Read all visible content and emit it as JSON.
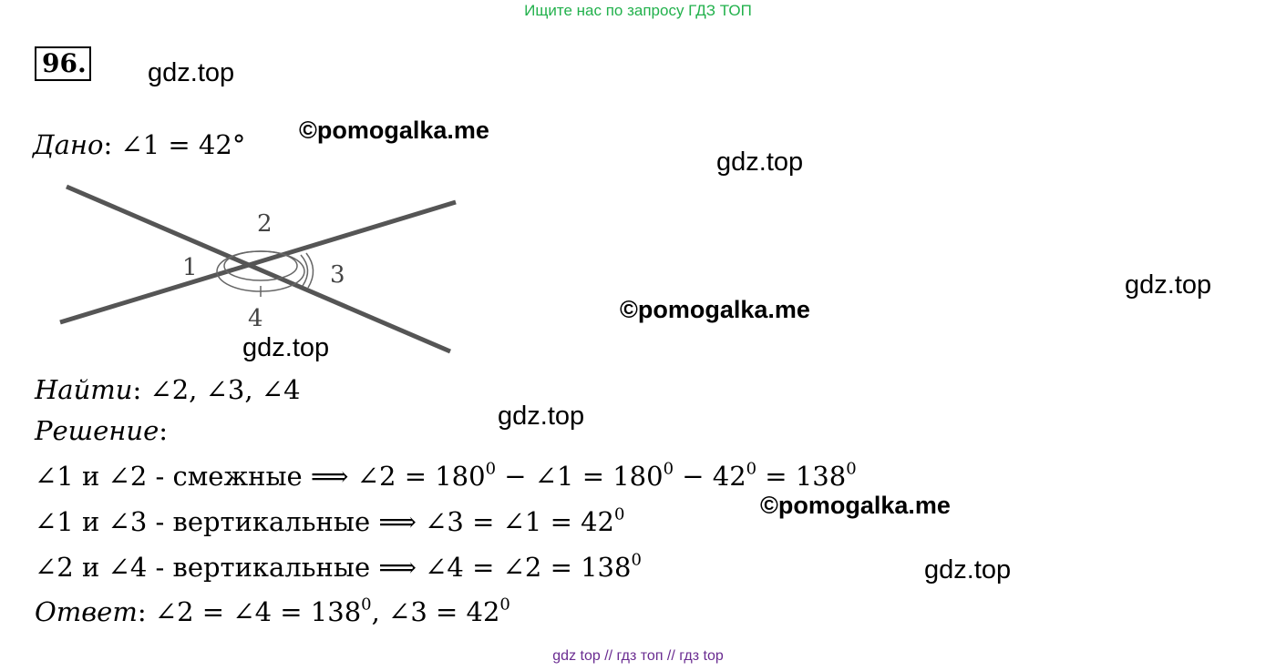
{
  "banner": "Ищите нас по запросу ГДЗ ТОП",
  "problem_number": "96.",
  "watermarks": {
    "gdz1": "gdz.top",
    "gdz2": "gdz.top",
    "gdz3": "gdz.top",
    "gdz4": "gdz.top",
    "gdz5": "gdz.top",
    "gdz6": "gdz.top",
    "pom1": "©pomogalka.me",
    "pom2": "©pomogalka.me",
    "pom3": "©pomogalka.me"
  },
  "given": {
    "label": "Дано",
    "text": ": ∠1  =  42°"
  },
  "figure": {
    "labels": [
      "1",
      "2",
      "3",
      "4"
    ],
    "line_color": "#555555"
  },
  "find": {
    "label": "Найти",
    "text": ": ∠2, ∠3, ∠4"
  },
  "solution": {
    "label": "Решение",
    "text": ":"
  },
  "steps": [
    {
      "a": "∠1 и ∠2 - смежные ⟹ ∠2 = 180",
      "a_sup": "0",
      "b": " − ∠1 = 180",
      "b_sup": "0",
      "c": " − 42",
      "c_sup": "0",
      "d": " = 138",
      "d_sup": "0"
    },
    {
      "a": "∠1 и ∠3 - вертикальные ⟹ ∠3 = ∠1 = 42",
      "a_sup": "0"
    },
    {
      "a": "∠2 и ∠4 - вертикальные ⟹ ∠4 = ∠2 = 138",
      "a_sup": "0"
    }
  ],
  "answer": {
    "label": "Ответ",
    "a": ": ∠2 = ∠4 = 138",
    "a_sup": "0",
    "b": ", ∠3 = 42",
    "b_sup": "0"
  },
  "footer": "gdz top  //  гдз топ  //  гдз top"
}
